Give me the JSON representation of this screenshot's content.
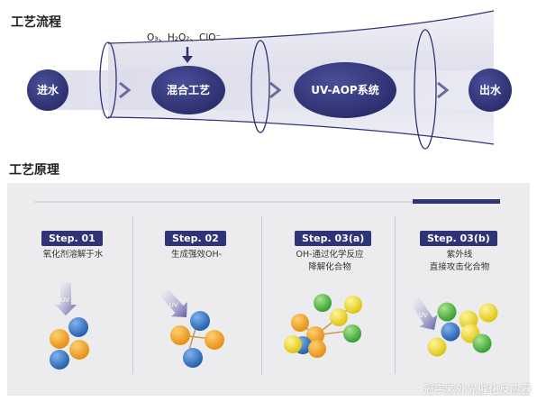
{
  "sections": {
    "flow_title": "工艺流程",
    "principle_title": "工艺原理"
  },
  "flow": {
    "inlet": "进水",
    "mixing": "混合工艺",
    "uv_aop": "UV-AOP系统",
    "outlet": "出水",
    "reagents": "O₃、H₂O₂、ClO⁻"
  },
  "steps": [
    {
      "badge": "Step. 01",
      "desc": "氧化剂溶解于水"
    },
    {
      "badge": "Step. 02",
      "desc": "生成强效OH-"
    },
    {
      "badge": "Step. 03(a)",
      "desc": "OH-通过化学反应\n降解化合物"
    },
    {
      "badge": "Step. 03(b)",
      "desc": "紫外线\n直接攻击化合物"
    }
  ],
  "uv_label": "UV",
  "watermark": "冠宇紫外光催化反应器",
  "colors": {
    "navy": "#2e3475",
    "orange": "#f0a020",
    "blue": "#2f6fc0",
    "green": "#4db848",
    "yellow": "#f3dc18",
    "uv_arrow": "#6a6aa8"
  }
}
